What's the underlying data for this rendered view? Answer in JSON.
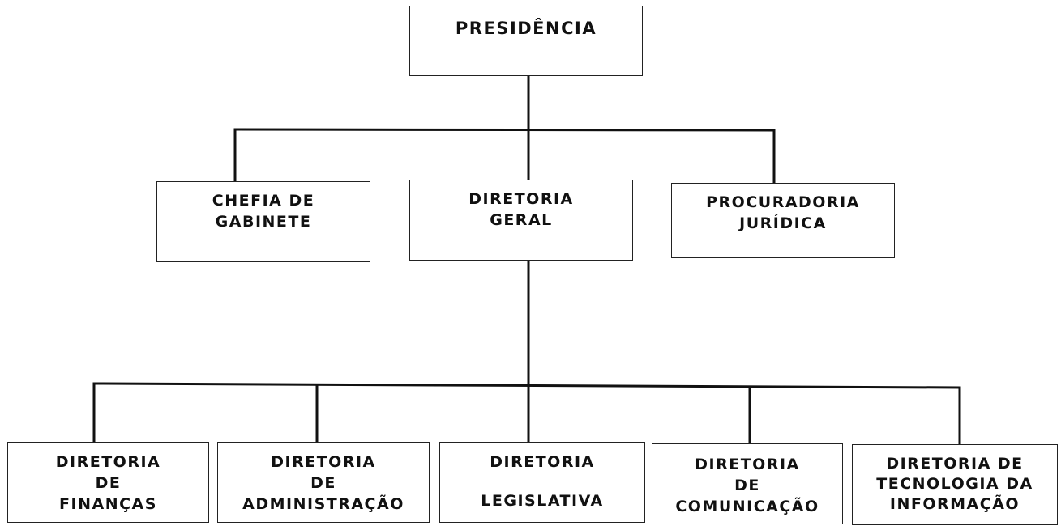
{
  "org_chart": {
    "top": {
      "lines": [
        "PRESIDÊNCIA"
      ]
    },
    "level2": [
      {
        "lines": [
          "CHEFIA DE",
          "GABINETE"
        ]
      },
      {
        "lines": [
          "DIRETORIA",
          "GERAL"
        ]
      },
      {
        "lines": [
          "PROCURADORIA",
          "JURÍDICA"
        ]
      }
    ],
    "level3": [
      {
        "lines": [
          "DIRETORIA",
          "DE",
          "FINANÇAS"
        ]
      },
      {
        "lines": [
          "DIRETORIA",
          "DE",
          "ADMINISTRAÇÃO"
        ]
      },
      {
        "lines": [
          "DIRETORIA",
          "LEGISLATIVA"
        ]
      },
      {
        "lines": [
          "DIRETORIA",
          "DE",
          "COMUNICAÇÃO"
        ]
      },
      {
        "lines": [
          "DIRETORIA DE",
          "TECNOLOGIA DA",
          "INFORMAÇÃO"
        ]
      }
    ]
  }
}
